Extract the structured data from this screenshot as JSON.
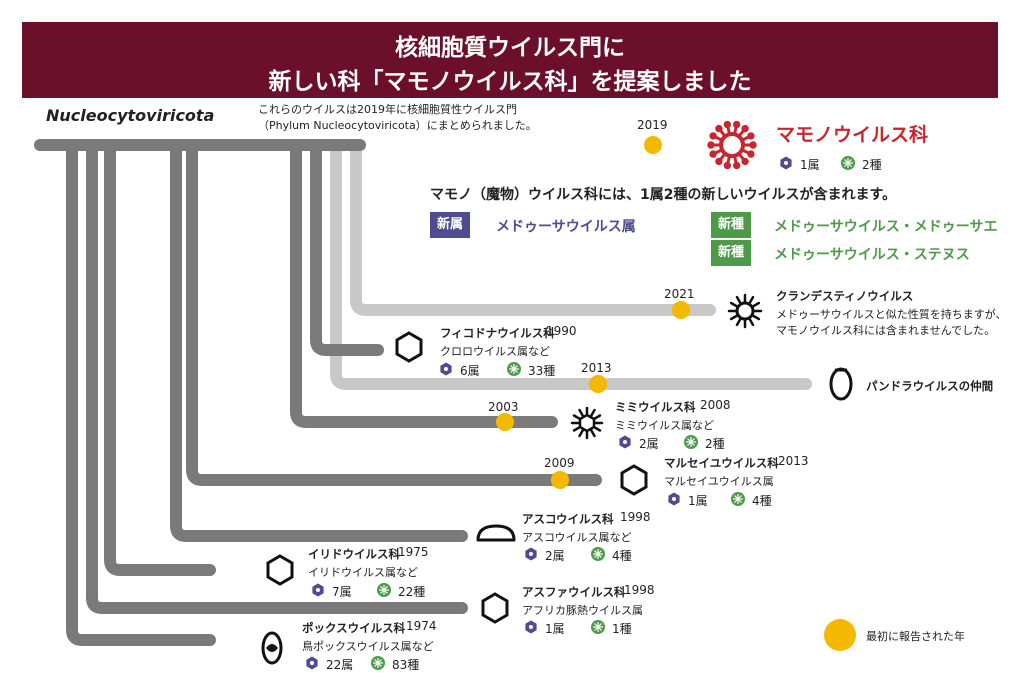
{
  "title_line1": "核細胞質ウイルス門に",
  "title_line2": "新しい科「マモノウイルス科」を提案しました",
  "phylum": "Nucleocytoviricota",
  "note_line1": "これらのウイルスは2019年に核細胞質性ウイルス門",
  "note_line2": "（Phylum Nucleocytoviricota）にまとめられました。",
  "mamono": {
    "name": "マモノウイルス科",
    "year": "2019",
    "genus_count": "1属",
    "species_count": "2種"
  },
  "headline": "マモノ（魔物）ウイルス科には、1属2種の新しいウイルスが含まれます。",
  "new_genus": {
    "tag": "新属",
    "name": "メドゥーサウイルス属"
  },
  "new_species": [
    {
      "tag": "新種",
      "name": "メドゥーサウイルス・メドゥーサエ"
    },
    {
      "tag": "新種",
      "name": "メドゥーサウイルス・ステヌス"
    }
  ],
  "clandestine": {
    "name": "クランデスティノウイルス",
    "year": "2021",
    "desc1": "メドゥーサウイルスと似た性質を持ちますが、",
    "desc2": "マモノウイルス科には含まれませんでした。"
  },
  "phycodna": {
    "name": "フィコドナウイルス科",
    "year": "1990",
    "sub": "クロロウイルス属など",
    "genera": "6属",
    "species": "33種"
  },
  "pandora": {
    "name": "パンドラウイルスの仲間",
    "year": "2013"
  },
  "mimi": {
    "name": "ミミウイルス科",
    "year": "2008",
    "branch_year": "2003",
    "sub": "ミミウイルス属など",
    "genera": "2属",
    "species": "2種"
  },
  "marsei": {
    "name": "マルセイユウイルス科",
    "year": "2013",
    "branch_year": "2009",
    "sub": "マルセイユウイルス属",
    "genera": "1属",
    "species": "4種"
  },
  "asco": {
    "name": "アスコウイルス科",
    "year": "1998",
    "sub": "アスコウイルス属など",
    "genera": "2属",
    "species": "4種"
  },
  "irido": {
    "name": "イリドウイルス科",
    "year": "1975",
    "sub": "イリドウイルス属など",
    "genera": "7属",
    "species": "22種"
  },
  "asfa": {
    "name": "アスファウイルス科",
    "year": "1998",
    "sub": "アフリカ豚熱ウイルス属",
    "genera": "1属",
    "species": "1種"
  },
  "pox": {
    "name": "ポックスウイルス科",
    "year": "1974",
    "sub": "鳥ポックスウイルス属など",
    "genera": "22属",
    "species": "83種"
  },
  "legend": "最初に報告された年",
  "colors": {
    "banner": "#6b0f2b",
    "mamono_red": "#c8262f",
    "year_dot": "#f5b800",
    "purple": "#4f4c8f",
    "green": "#4e9a4a",
    "branch": "#7a7a7a",
    "branch_light": "#c8c8c8"
  }
}
